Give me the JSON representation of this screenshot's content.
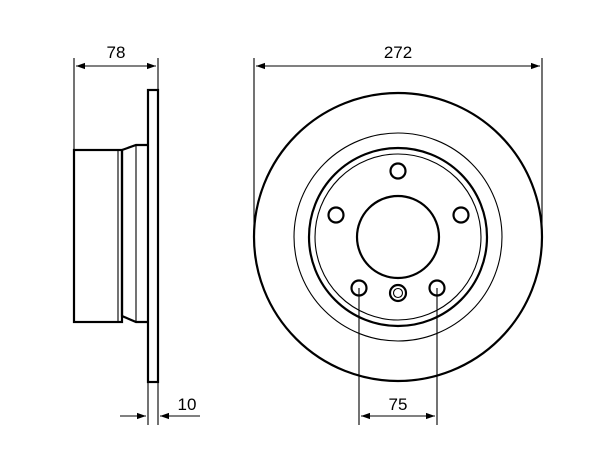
{
  "dimensions": {
    "thickness_total": "78",
    "disc_diameter": "272",
    "disc_thickness": "10",
    "bolt_spacing": "75"
  }
}
